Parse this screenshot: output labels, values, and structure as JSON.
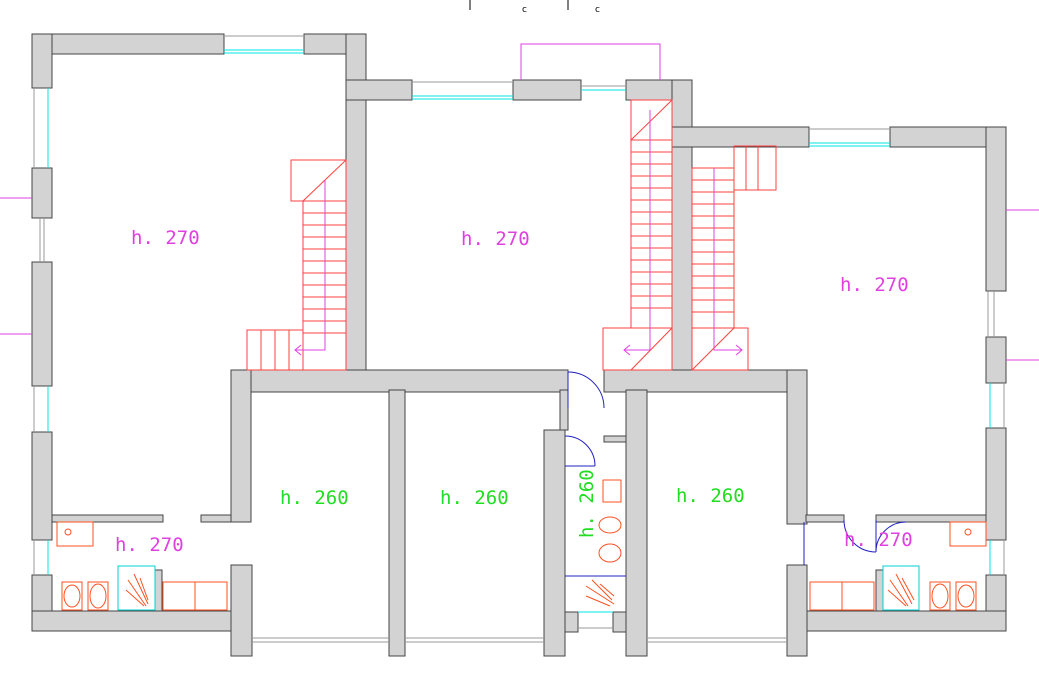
{
  "plan": {
    "top_marks": [
      "c",
      "c"
    ],
    "room_labels": [
      {
        "text": "h. 270",
        "color": "magenta"
      },
      {
        "text": "h. 270",
        "color": "magenta"
      },
      {
        "text": "h. 270",
        "color": "magenta"
      },
      {
        "text": "h. 270",
        "color": "magenta"
      },
      {
        "text": "h. 270",
        "color": "magenta"
      },
      {
        "text": "h. 260",
        "color": "green"
      },
      {
        "text": "h. 260",
        "color": "green"
      },
      {
        "text": "h. 260",
        "color": "green"
      },
      {
        "text": "h. 260",
        "color": "green"
      }
    ],
    "colors": {
      "wall_fill": "#d3d3d3",
      "window": "#00e5e5",
      "stairs": "#ff4040",
      "doors": "#2020c0",
      "fixtures": "#ff5020",
      "label_magenta": "#e040e0",
      "label_green": "#22dd22"
    }
  }
}
